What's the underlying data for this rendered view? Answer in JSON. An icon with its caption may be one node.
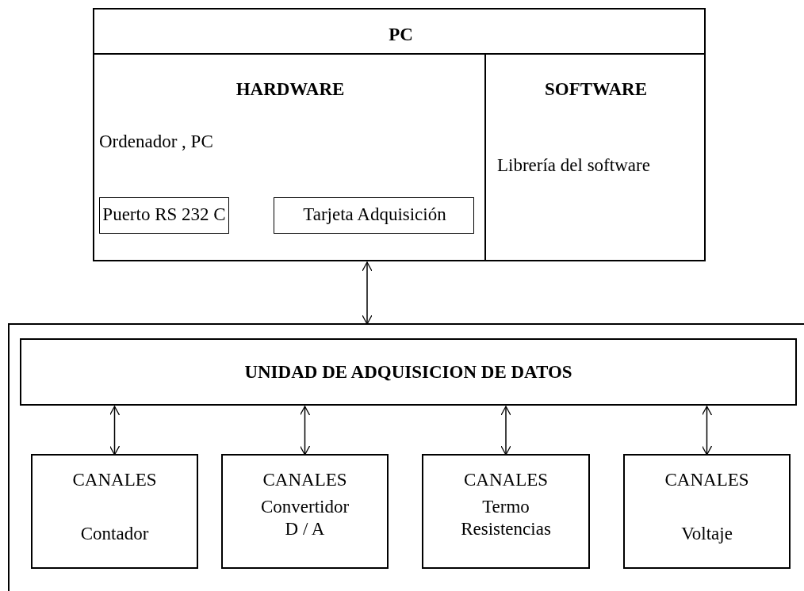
{
  "diagram": {
    "nodes": [
      {
        "text": [
          "PC"
        ]
      },
      {
        "text": [
          "HARDWARE",
          "Ordenador , PC"
        ],
        "in": 0
      },
      {
        "text": [
          "Puerto RS 232 C"
        ],
        "in": 1
      },
      {
        "text": [
          "Tarjeta Adquisición"
        ],
        "in": 1
      },
      {
        "text": [
          "SOFTWARE",
          "Librería del software"
        ],
        "in": 0
      },
      {
        "text": [],
        "shape": "box"
      },
      {
        "text": [
          "UNIDAD DE ADQUISICION DE DATOS"
        ],
        "in": 5
      },
      {
        "text": [
          "CANALES",
          "Contador"
        ],
        "in": 5
      },
      {
        "text": [
          "CANALES",
          "Convertidor D / A"
        ],
        "in": 5
      },
      {
        "text": [
          "CANALES",
          "Termo Resistencias"
        ],
        "in": 5
      },
      {
        "text": [
          "CANALES",
          "Voltaje"
        ],
        "in": 5
      }
    ],
    "edges": [
      {
        "from": 0,
        "to": 5,
        "arrow": "both"
      },
      {
        "from": 6,
        "to": 7,
        "arrow": "both"
      },
      {
        "from": 6,
        "to": 8,
        "arrow": "both"
      },
      {
        "from": 6,
        "to": 9,
        "arrow": "both"
      },
      {
        "from": 6,
        "to": 10,
        "arrow": "both"
      }
    ]
  }
}
